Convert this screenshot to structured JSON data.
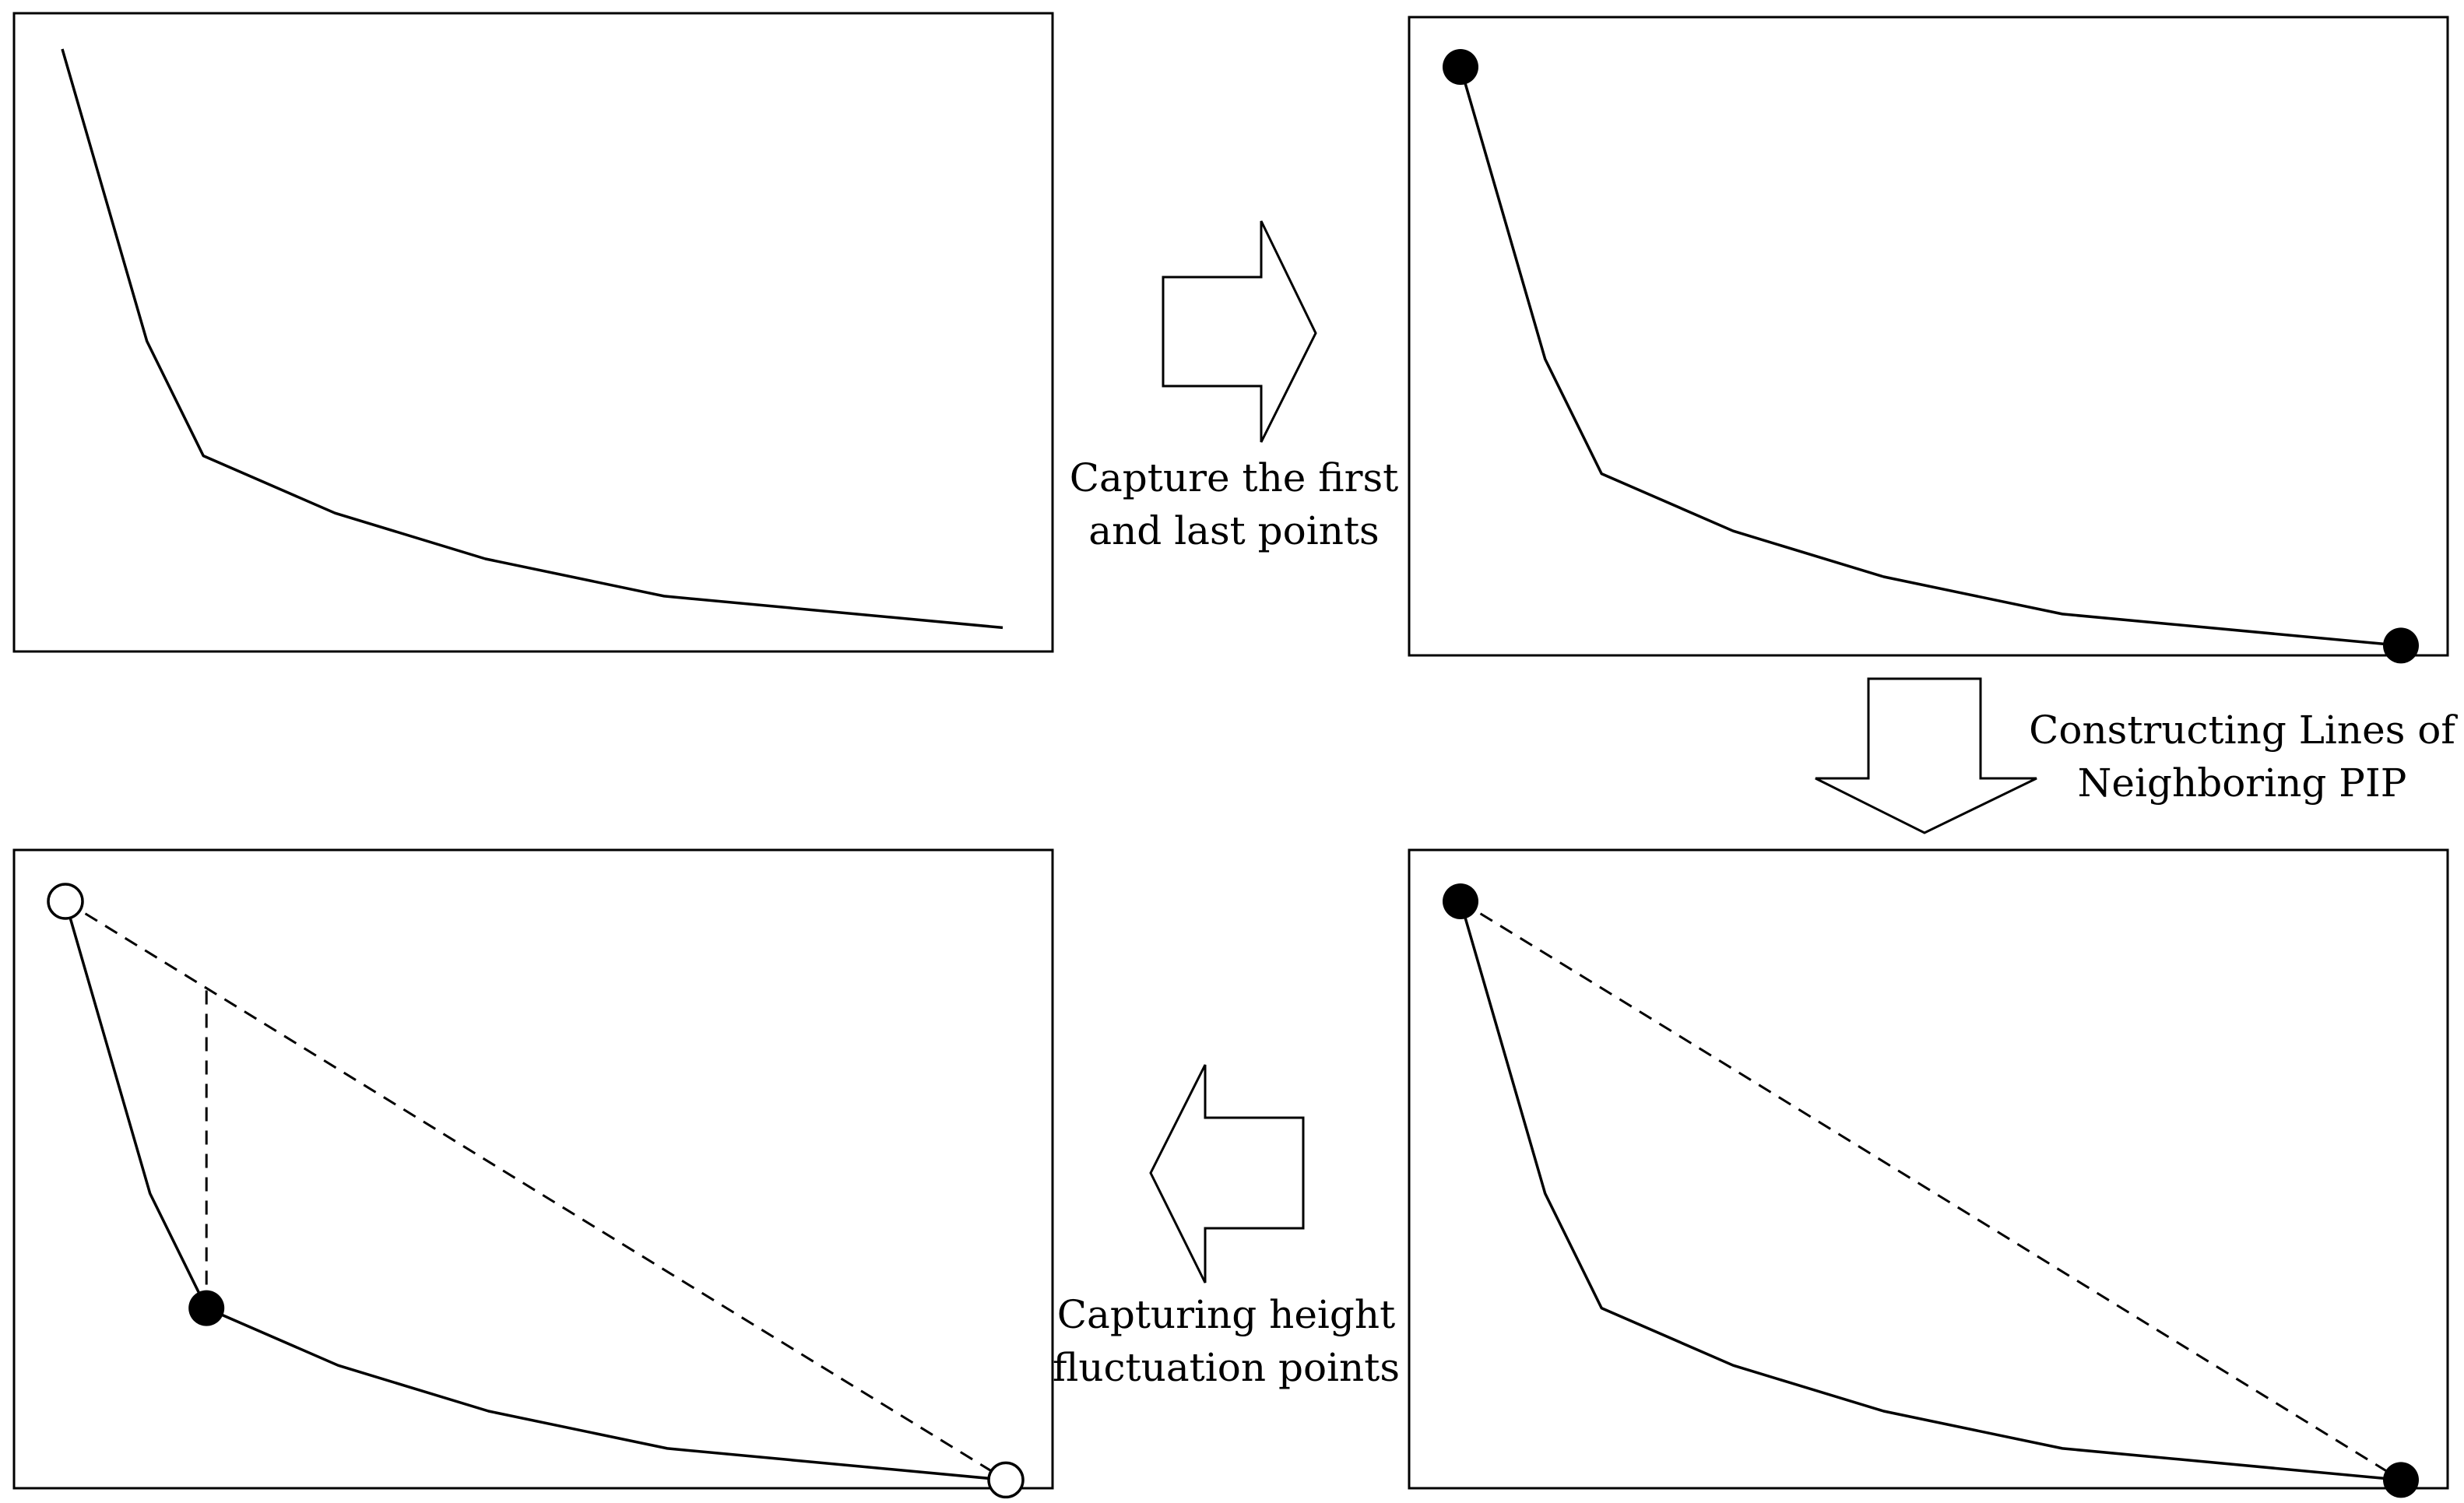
{
  "colors": {
    "stroke": "#000000",
    "background": "#ffffff"
  },
  "captions": {
    "first_last": [
      "Capture the first",
      "and last points"
    ],
    "neighboring_lines": [
      "Constructing Lines of",
      "Neighboring PIP"
    ],
    "height_fluctuation": [
      "Capturing height",
      "fluctuation points"
    ]
  },
  "series": {
    "points": [
      [
        0,
        100
      ],
      [
        9,
        49
      ],
      [
        15,
        29
      ],
      [
        29,
        19
      ],
      [
        45,
        11
      ],
      [
        64,
        4.5
      ],
      [
        100,
        -1
      ]
    ]
  },
  "panels": [
    {
      "step": "original-series",
      "markers": "none",
      "dashed_chord": false
    },
    {
      "step": "first-last-captured",
      "markers": "filled-endpoints",
      "dashed_chord": false
    },
    {
      "step": "chord-constructed",
      "markers": "filled-endpoints",
      "dashed_chord": true
    },
    {
      "step": "height-fluctuation-captured",
      "markers": "open-endpoints-filled-pip",
      "dashed_chord": true,
      "pip_index": 2
    }
  ],
  "arrows": [
    "right",
    "down",
    "left"
  ]
}
